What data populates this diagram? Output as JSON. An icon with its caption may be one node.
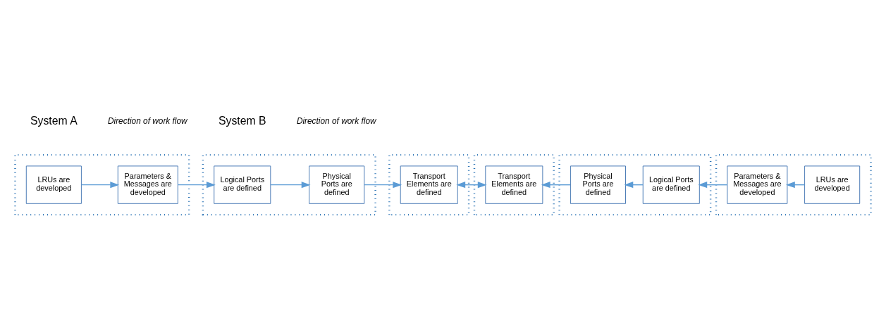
{
  "diagram": {
    "nodes": [
      {
        "text": [],
        "shape": "box"
      },
      {
        "text": [
          "LRUs are developed"
        ],
        "in": 0
      },
      {
        "text": [
          "Parameters & Messages are developed"
        ],
        "in": 0
      },
      {
        "text": [],
        "shape": "box"
      },
      {
        "text": [
          "Logical Ports are defined"
        ],
        "in": 3
      },
      {
        "text": [
          "Physical Ports are defined"
        ],
        "in": 3
      },
      {
        "text": [],
        "shape": "box"
      },
      {
        "text": [
          "Transport Elements are defined"
        ],
        "in": 6
      },
      {
        "text": [],
        "shape": "box"
      },
      {
        "text": [
          "Transport Elements are defined"
        ],
        "in": 8
      },
      {
        "text": [],
        "shape": "box"
      },
      {
        "text": [
          "Physical Ports are defined"
        ],
        "in": 10
      },
      {
        "text": [
          "Logical Ports are defined"
        ],
        "in": 10
      },
      {
        "text": [],
        "shape": "box"
      },
      {
        "text": [
          "Parameters & Messages are developed"
        ],
        "in": 13
      },
      {
        "text": [
          "LRUs are developed"
        ],
        "in": 13
      }
    ],
    "edges": [
      {
        "from": 1,
        "to": 2,
        "arrow": "to"
      },
      {
        "from": 2,
        "to": 4,
        "arrow": "to"
      },
      {
        "from": 4,
        "to": 5,
        "arrow": "to"
      },
      {
        "from": 5,
        "to": 7,
        "arrow": "to"
      },
      {
        "from": 7,
        "to": 9,
        "arrow": "both"
      },
      {
        "from": 15,
        "to": 14,
        "arrow": "to"
      },
      {
        "from": 14,
        "to": 12,
        "arrow": "to"
      },
      {
        "from": 12,
        "to": 11,
        "arrow": "to"
      },
      {
        "from": 11,
        "to": 9,
        "arrow": "to"
      }
    ],
    "labels": [
      "System A",
      "System B",
      "Direction of work flow",
      "Direction of work flow"
    ]
  }
}
